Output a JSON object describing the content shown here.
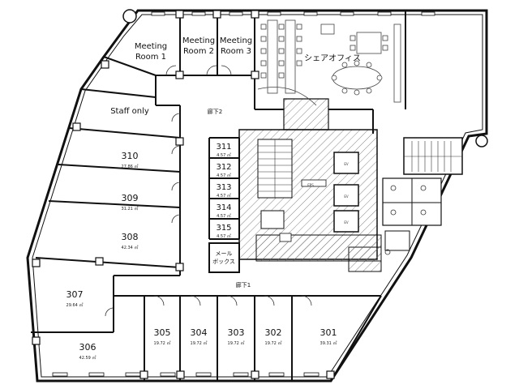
{
  "plan": {
    "meeting_rooms": [
      {
        "line1": "Meeting",
        "line2": "Room 1"
      },
      {
        "line1": "Meeting",
        "line2": "Room 2"
      },
      {
        "line1": "Meeting",
        "line2": "Room 3"
      }
    ],
    "share_office": "シェアオフィス",
    "staff_only": "Staff only",
    "corridor_2": "廊下2",
    "corridor_1": "廊下1",
    "mailbox": {
      "line1": "メール",
      "line2": "ボックス"
    },
    "rooms": [
      {
        "id": "310",
        "number": "310",
        "area": "27.86 ㎡"
      },
      {
        "id": "309",
        "number": "309",
        "area": "31.21 ㎡"
      },
      {
        "id": "308",
        "number": "308",
        "area": "42.34 ㎡"
      },
      {
        "id": "307",
        "number": "307",
        "area": "29.64 ㎡"
      },
      {
        "id": "306",
        "number": "306",
        "area": "42.59 ㎡"
      },
      {
        "id": "305",
        "number": "305",
        "area": "19.72 ㎡"
      },
      {
        "id": "304",
        "number": "304",
        "area": "19.72 ㎡"
      },
      {
        "id": "303",
        "number": "303",
        "area": "19.72 ㎡"
      },
      {
        "id": "302",
        "number": "302",
        "area": "19.72 ㎡"
      },
      {
        "id": "301",
        "number": "301",
        "area": "39.31 ㎡"
      },
      {
        "id": "311",
        "number": "311",
        "area": "4.57 ㎡"
      },
      {
        "id": "312",
        "number": "312",
        "area": "4.57 ㎡"
      },
      {
        "id": "313",
        "number": "313",
        "area": "4.57 ㎡"
      },
      {
        "id": "314",
        "number": "314",
        "area": "4.57 ㎡"
      },
      {
        "id": "315",
        "number": "315",
        "area": "4.57 ㎡"
      }
    ],
    "core_labels": {
      "ev": "EV",
      "eps": "EPS"
    },
    "colors": {
      "wall": "#111111",
      "hatch": "#555555",
      "furniture": "#444444",
      "fill": "#ffffff"
    }
  }
}
